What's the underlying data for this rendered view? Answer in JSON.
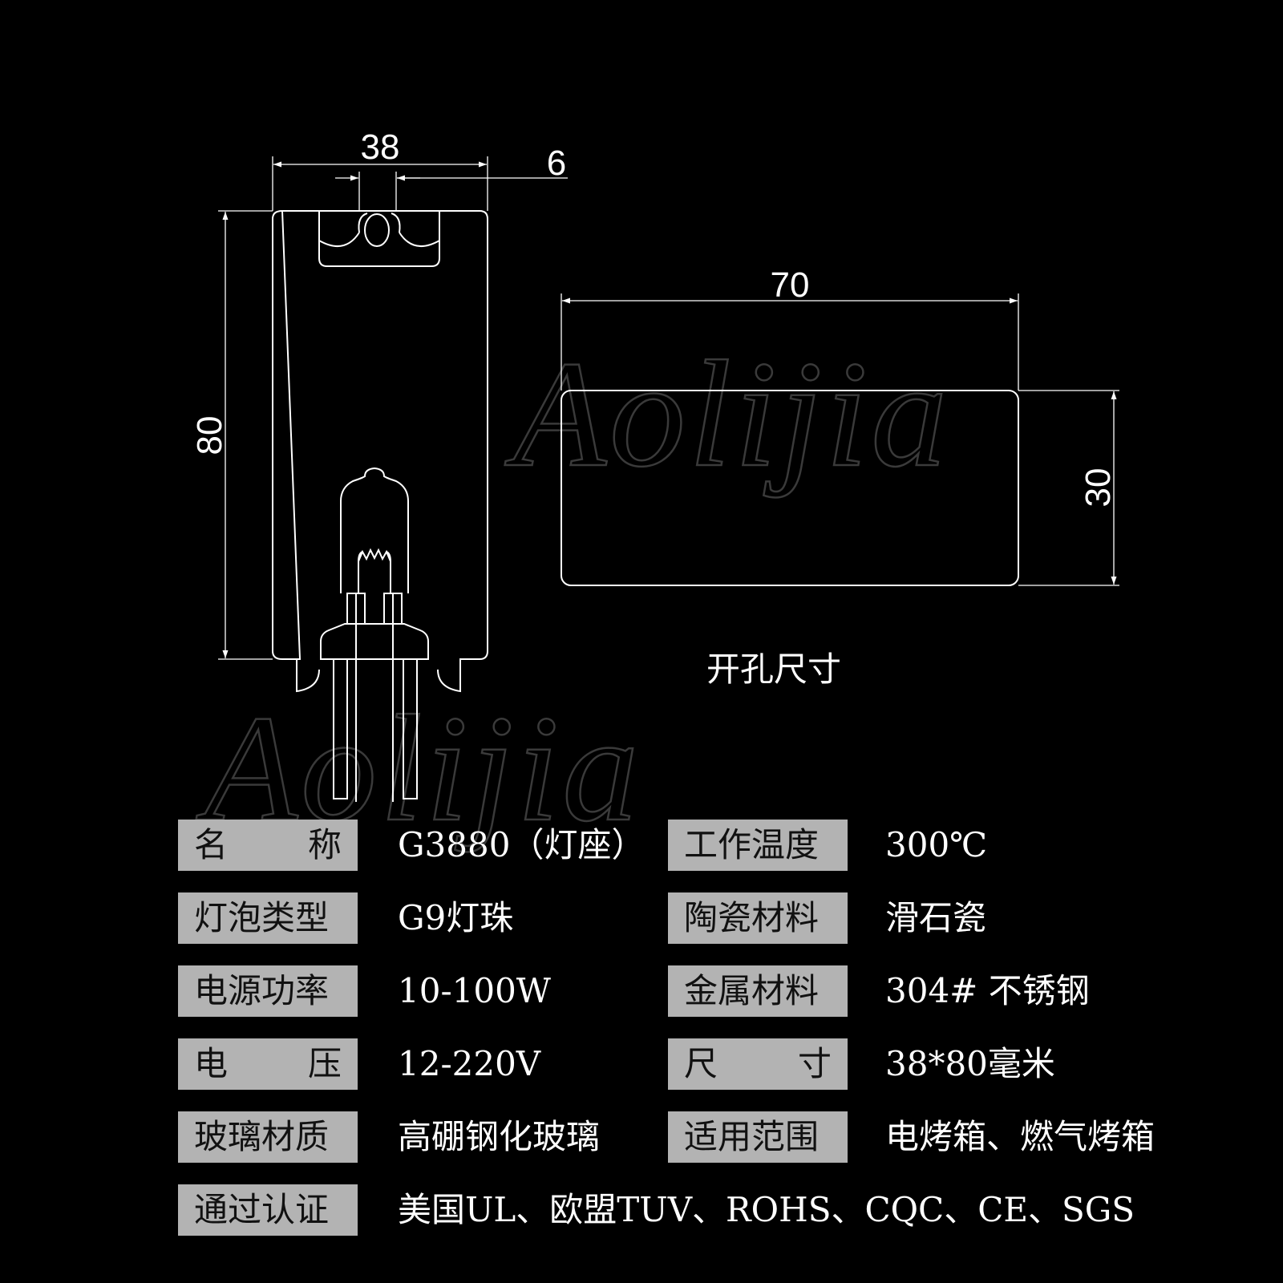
{
  "watermark": "Aolijia",
  "dimensions": {
    "width": "38",
    "slot": "6",
    "height": "80",
    "cutout_width": "70",
    "cutout_height": "30"
  },
  "cutout_caption": "开孔尺寸",
  "specs": [
    {
      "left_label": "名称",
      "left_spread": true,
      "left_value": "G3880（灯座）",
      "right_label": "工作温度",
      "right_spread": false,
      "right_value": "300℃"
    },
    {
      "left_label": "灯泡类型",
      "left_spread": false,
      "left_value": "G9灯珠",
      "right_label": "陶瓷材料",
      "right_spread": false,
      "right_value": "滑石瓷"
    },
    {
      "left_label": "电源功率",
      "left_spread": false,
      "left_value": "10-100W",
      "right_label": "金属材料",
      "right_spread": false,
      "right_value": "304# 不锈钢"
    },
    {
      "left_label": "电压",
      "left_spread": true,
      "left_value": "12-220V",
      "right_label": "尺寸",
      "right_spread": true,
      "right_value": "38*80毫米"
    },
    {
      "left_label": "玻璃材质",
      "left_spread": false,
      "left_value": "高硼钢化玻璃",
      "right_label": "适用范围",
      "right_spread": false,
      "right_value": "电烤箱、燃气烤箱"
    },
    {
      "left_label": "通过认证",
      "left_spread": false,
      "left_value": "美国UL、欧盟TUV、ROHS、CQC、CE、SGS"
    }
  ]
}
